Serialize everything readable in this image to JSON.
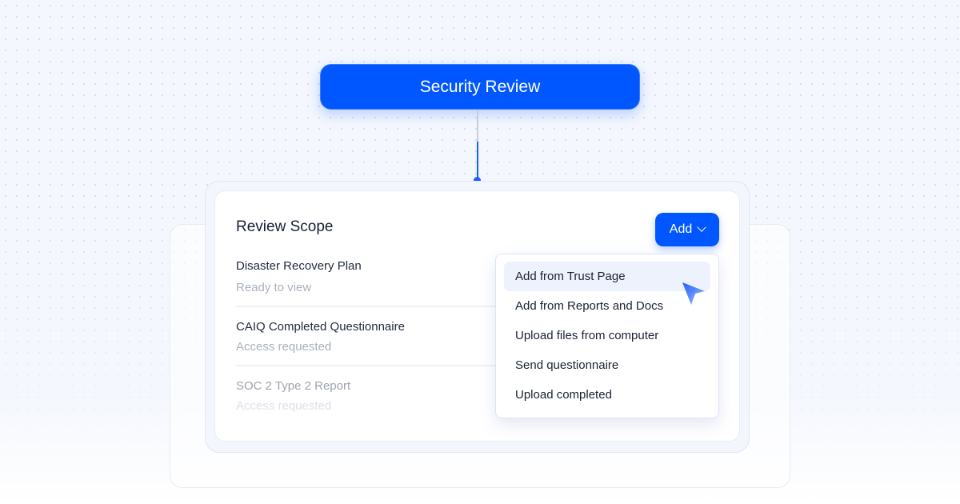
{
  "root_node": {
    "label": "Security Review"
  },
  "card": {
    "title": "Review Scope",
    "add_button": "Add",
    "items": [
      {
        "name": "Disaster Recovery Plan",
        "status": "Ready to view"
      },
      {
        "name": "CAIQ Completed Questionnaire",
        "status": "Access requested"
      },
      {
        "name": "SOC 2 Type 2 Report",
        "status": "Access requested"
      }
    ]
  },
  "menu": {
    "items": [
      "Add from Trust Page",
      "Add from Reports and Docs",
      "Upload files from computer",
      "Send questionnaire",
      "Upload completed"
    ]
  },
  "colors": {
    "accent": "#0057ff",
    "muted": "#a9b1be"
  }
}
